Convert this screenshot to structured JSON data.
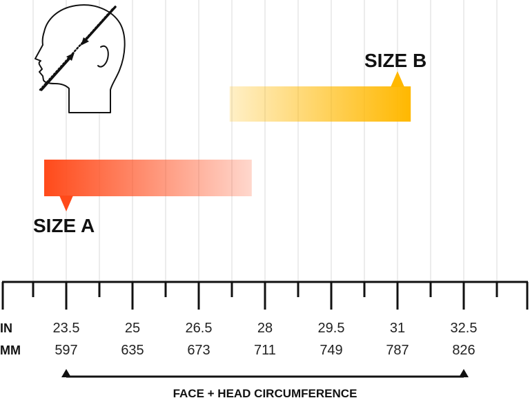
{
  "chart_data": {
    "type": "bar",
    "orientation": "horizontal-range",
    "categories": [
      "SIZE A",
      "SIZE B"
    ],
    "series": [
      {
        "name": "SIZE A",
        "start_in": 23.0,
        "end_in": 27.7,
        "pointer_in": 23.5,
        "color": "#ff4a1a",
        "fade_to": "right"
      },
      {
        "name": "SIZE B",
        "start_in": 27.2,
        "end_in": 31.3,
        "pointer_in": 31.0,
        "color": "#ffb800",
        "fade_to": "left"
      }
    ],
    "axis": {
      "ticks_in": [
        "23.5",
        "25",
        "26.5",
        "28",
        "29.5",
        "31",
        "32.5"
      ],
      "ticks_mm": [
        "597",
        "635",
        "673",
        "711",
        "749",
        "787",
        "826"
      ],
      "row_label_in": "IN",
      "row_label_mm": "MM",
      "xlim": [
        22.0,
        34.0
      ],
      "major_step": 1.5,
      "minor_step": 0.75
    },
    "xlabel": "FACE + HEAD CIRCUMFERENCE",
    "grid": true,
    "colors": {
      "grid": "#e6e6e6",
      "axis": "#111111",
      "size_a": "#ff4a1a",
      "size_b": "#ffb800"
    }
  },
  "illustration": {
    "icon": "head-measure-icon"
  }
}
